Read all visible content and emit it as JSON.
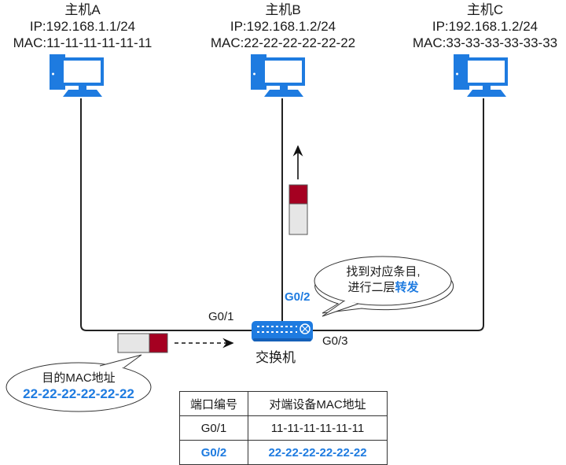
{
  "hosts": [
    {
      "name": "主机A",
      "ip": "IP:192.168.1.1/24",
      "mac": "MAC:11-11-11-11-11-11"
    },
    {
      "name": "主机B",
      "ip": "IP:192.168.1.2/24",
      "mac": "MAC:22-22-22-22-22-22"
    },
    {
      "name": "主机C",
      "ip": "IP:192.168.1.2/24",
      "mac": "MAC:33-33-33-33-33-33"
    }
  ],
  "switch": {
    "label": "交换机",
    "ports": {
      "g01": "G0/1",
      "g02": "G0/2",
      "g03": "G0/3"
    }
  },
  "callout_switch": {
    "line1": "找到对应条目,",
    "line2_prefix": "进行二层",
    "line2_highlight": "转发"
  },
  "callout_frame": {
    "line1": "目的MAC地址",
    "line2": "22-22-22-22-22-22"
  },
  "mac_table": {
    "headers": [
      "端口编号",
      "对端设备MAC地址"
    ],
    "rows": [
      {
        "port": "G0/1",
        "mac": "11-11-11-11-11-11",
        "highlight": false
      },
      {
        "port": "G0/2",
        "mac": "22-22-22-22-22-22",
        "highlight": true
      }
    ]
  },
  "colors": {
    "accent_blue": "#1e7be0",
    "frame_red": "#a50021",
    "frame_gray": "#e6e6e6",
    "pc_blue": "#1e7be0"
  }
}
